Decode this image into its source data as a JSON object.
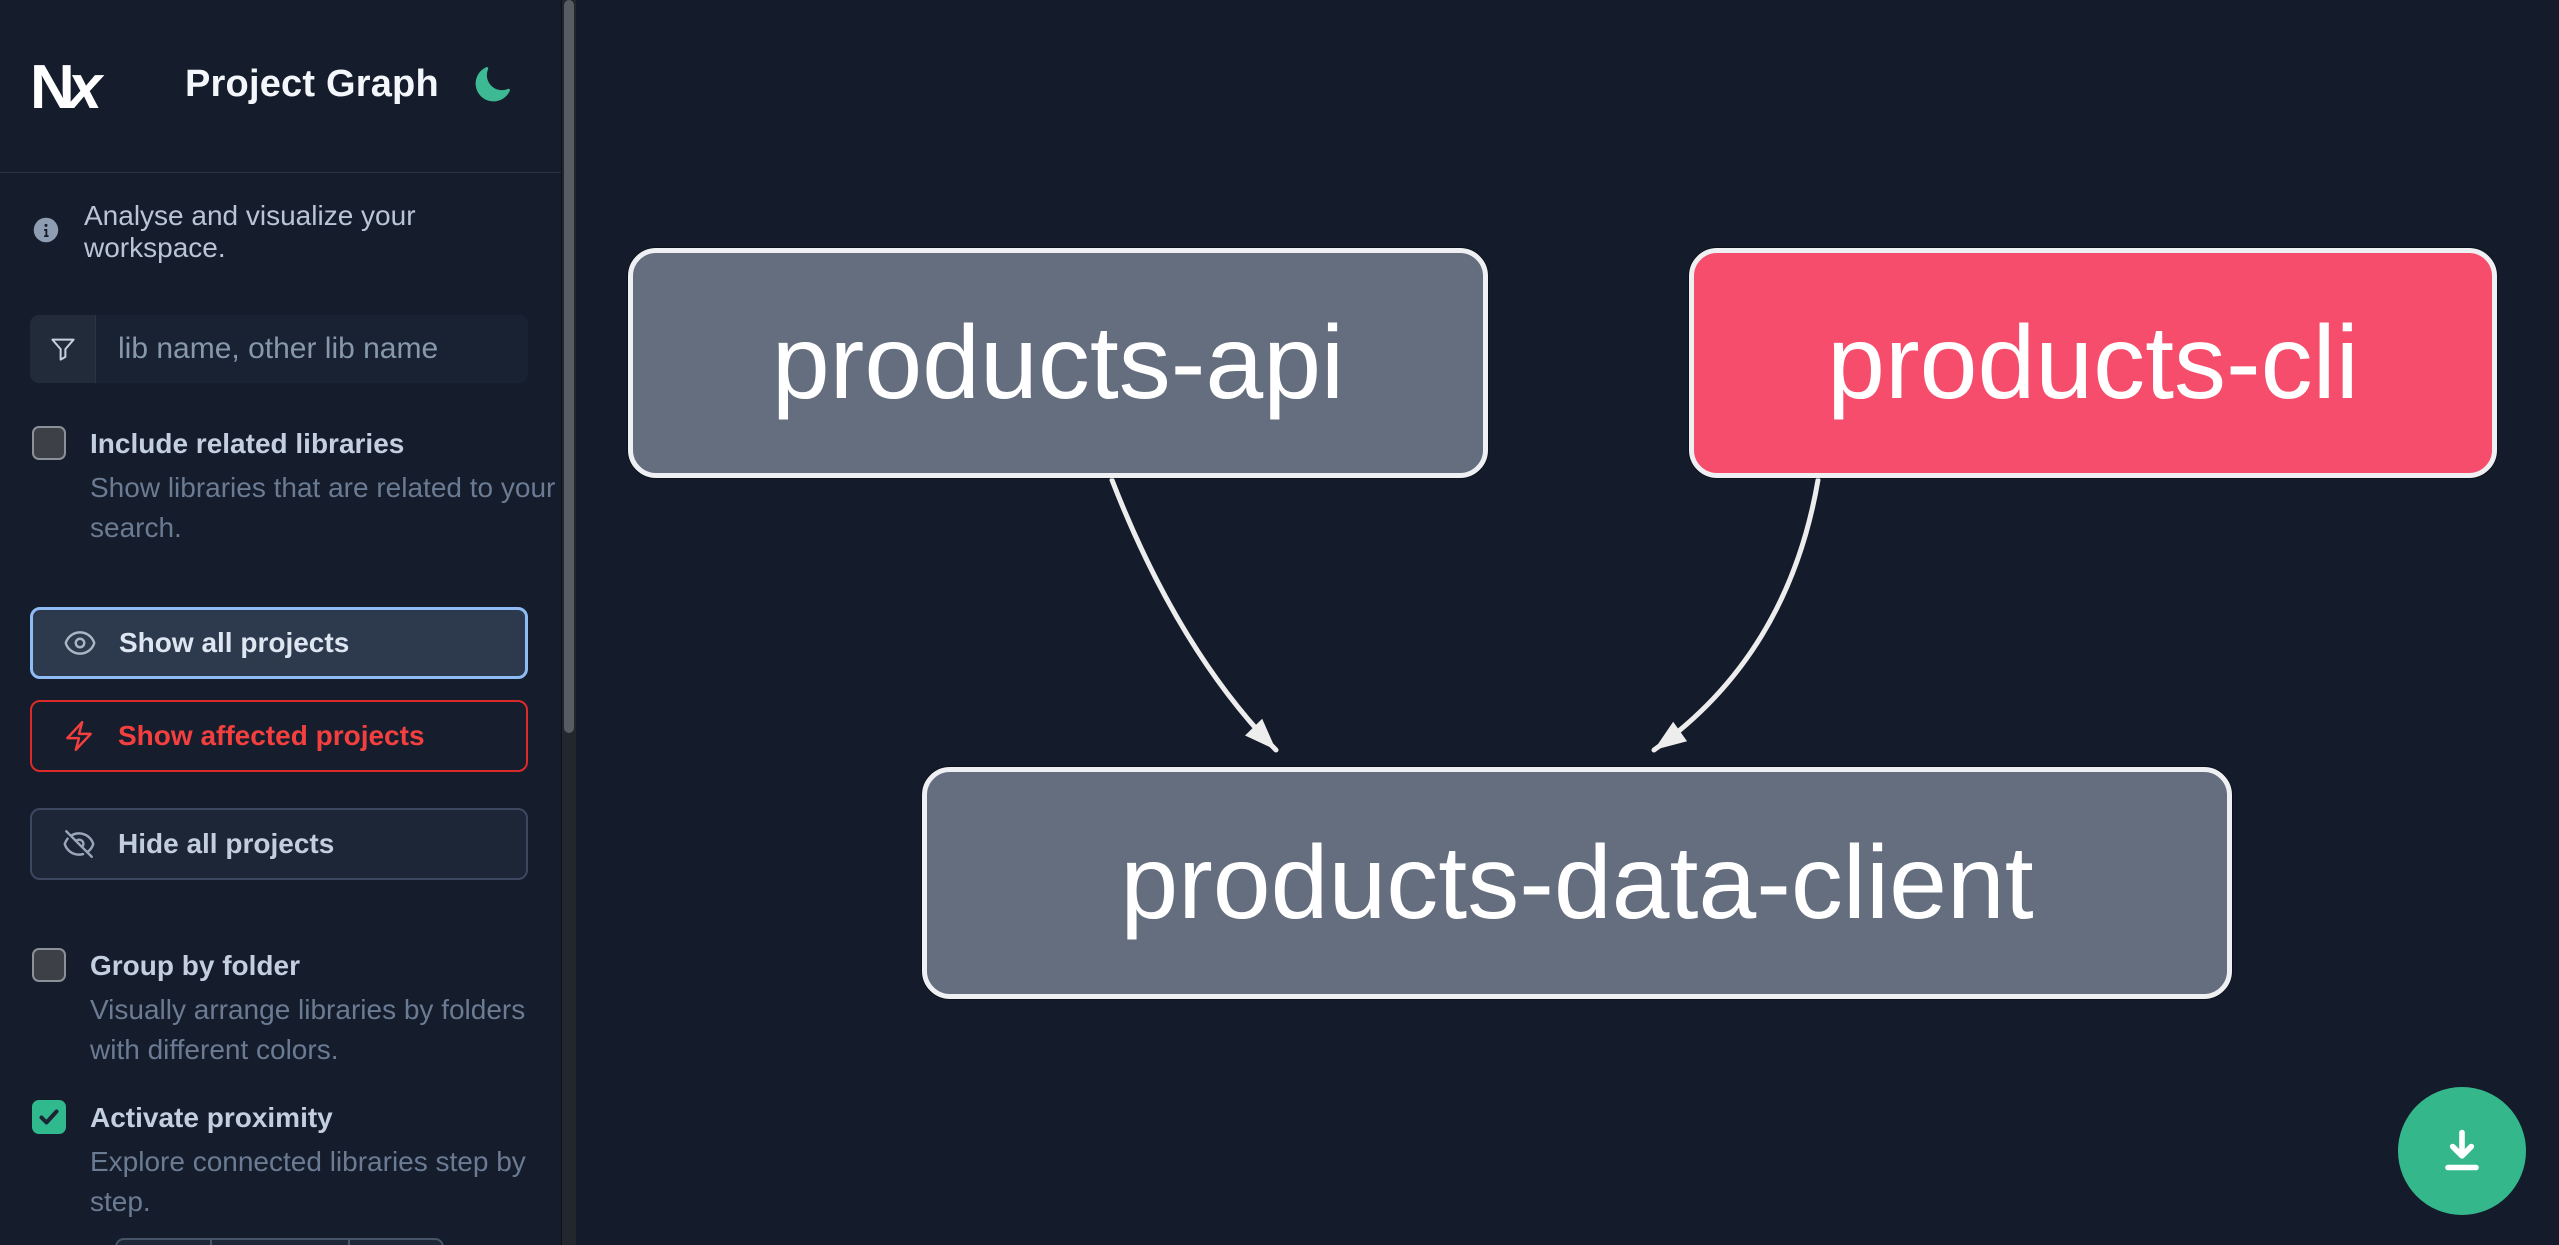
{
  "header": {
    "logo_text": "Nx",
    "title": "Project Graph",
    "theme_icon": "moon-icon"
  },
  "sidebar": {
    "tagline": "Analyse and visualize your workspace.",
    "search": {
      "placeholder": "lib name, other lib name",
      "icon": "funnel-icon"
    },
    "checkboxes": [
      {
        "label": "Include related libraries",
        "description": "Show libraries that are related to your search.",
        "checked": false
      },
      {
        "label": "Group by folder",
        "description": "Visually arrange libraries by folders with different colors.",
        "checked": false
      },
      {
        "label": "Activate proximity",
        "description": "Explore connected libraries step by step.",
        "checked": true
      }
    ],
    "buttons": [
      {
        "label": "Show all projects",
        "icon": "eye-icon",
        "state": "focused"
      },
      {
        "label": "Show affected projects",
        "icon": "bolt-icon",
        "state": "danger"
      },
      {
        "label": "Hide all projects",
        "icon": "eye-slash-icon",
        "state": "default"
      }
    ]
  },
  "graph": {
    "nodes": [
      {
        "id": "products-api",
        "label": "products-api",
        "state": "normal"
      },
      {
        "id": "products-cli",
        "label": "products-cli",
        "state": "affected"
      },
      {
        "id": "products-data-client",
        "label": "products-data-client",
        "state": "normal"
      }
    ],
    "edges": [
      {
        "from": "products-api",
        "to": "products-data-client"
      },
      {
        "from": "products-cli",
        "to": "products-data-client"
      }
    ]
  },
  "fab": {
    "icon": "download-icon"
  },
  "colors": {
    "background": "#141b2a",
    "accent_green": "#34b88b",
    "affected_pink": "#f74d6c",
    "node_gray": "#656e7f",
    "node_border": "#eef0f3",
    "edge": "#ededed",
    "danger_red": "#f43f3f",
    "focus_blue": "#8fbcf5"
  }
}
